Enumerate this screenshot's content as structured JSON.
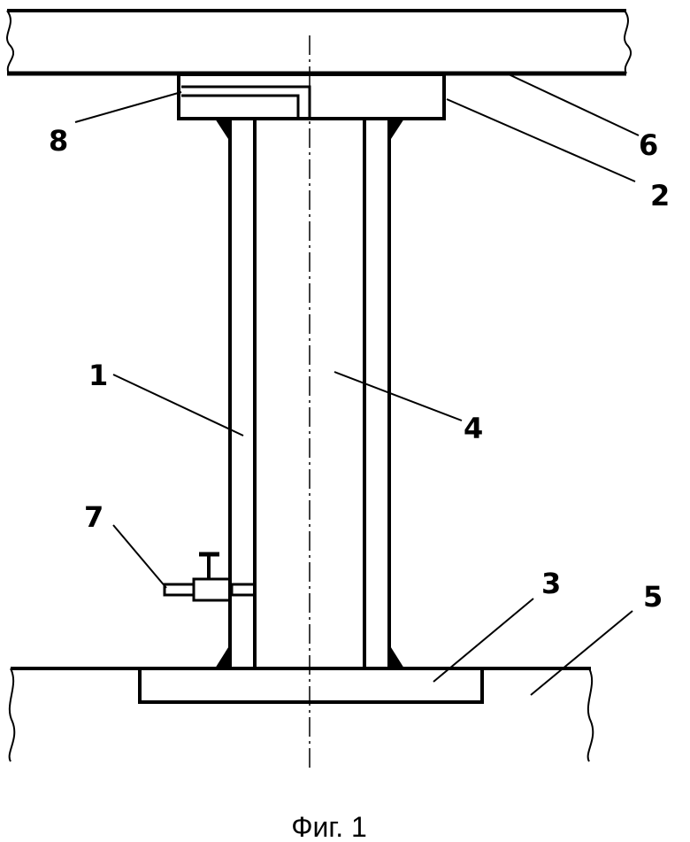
{
  "caption": "Фиг. 1",
  "labels": {
    "l1": "1",
    "l2": "2",
    "l3": "3",
    "l4": "4",
    "l5": "5",
    "l6": "6",
    "l7": "7",
    "l8": "8"
  }
}
